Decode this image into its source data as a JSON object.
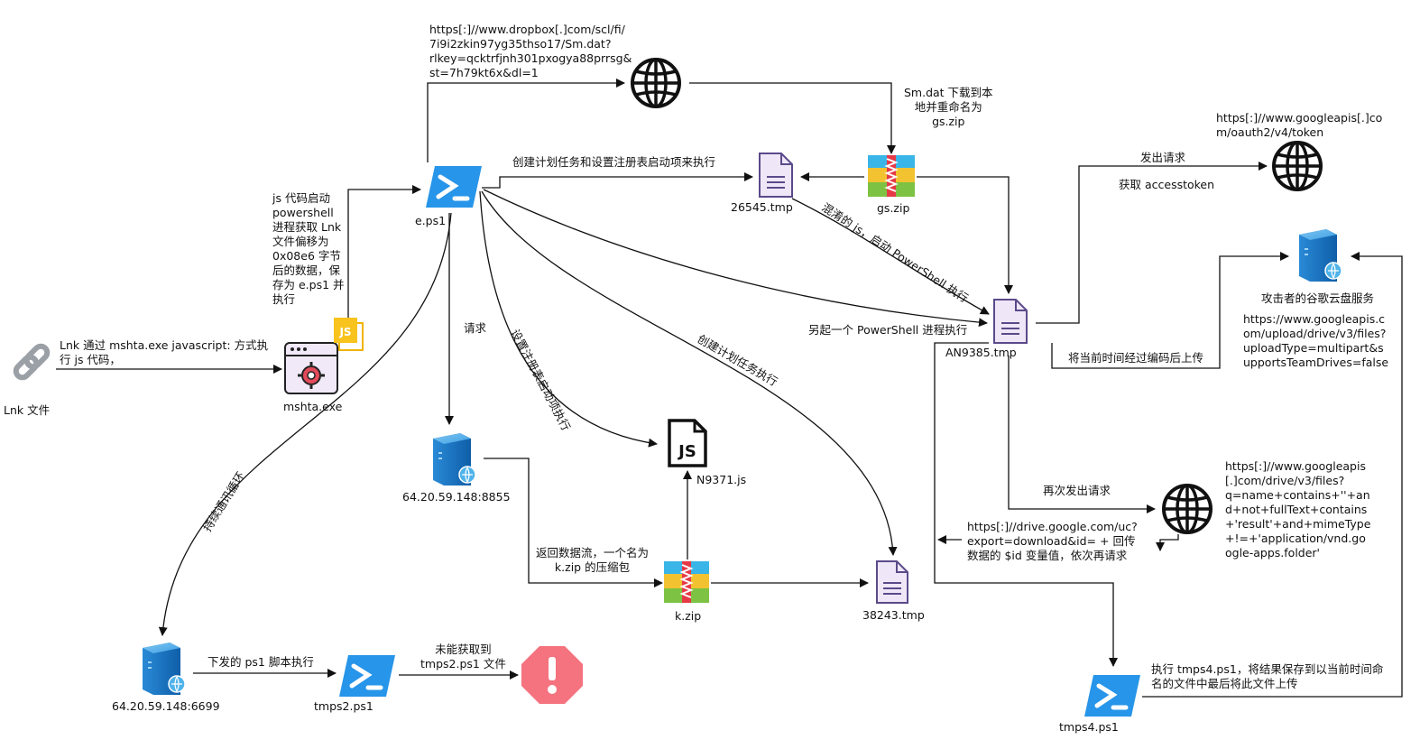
{
  "nodes": {
    "lnk": "Lnk 文件",
    "mshta": "mshta.exe",
    "eps1": "e.ps1",
    "tmp26545": "26545.tmp",
    "gszip": "gs.zip",
    "an9385": "AN9385.tmp",
    "server8855": "64.20.59.148:8855",
    "n9371": "N9371.js",
    "kzip": "k.zip",
    "tmp38243": "38243.tmp",
    "server6699": "64.20.59.148:6699",
    "tmps2": "tmps2.ps1",
    "tmps4": "tmps4.ps1",
    "cloud": "攻击者的谷歌云盘服务"
  },
  "labels": {
    "lnk_to_mshta": "Lnk 通过 mshta.exe javascript: 方式执\n行 js 代码，",
    "js_start": "js 代码启动\npowershell\n进程获取 Lnk\n文件偏移为\n0x08e6 字节\n后的数据，保\n存为 e.ps1 并\n执行",
    "dropbox_url": "https[:]//www.dropbox[.]com/scl/fi/\n7i9i2zkin97yg35thso17/Sm.dat?\nrlkey=qcktrfjnh301pxogya88prrsg&\nst=7h79kt6x&dl=1",
    "smdat": "Sm.dat 下载到本\n地并重命名为\ngs.zip",
    "create_task_reg": "创建计划任务和设置注册表启动项来执行",
    "obfuscated_js": "混淆的 js，启动 PowerShell 执行",
    "another_ps": "另起一个 PowerShell 进程执行",
    "request": "请求",
    "set_reg": "设置注册表启动项执行",
    "create_task": "创建计划任务执行",
    "return_stream": "返回数据流，一个名为\nk.zip 的压缩包",
    "loop": "持续通讯循环",
    "issued_ps1": "下发的 ps1 脚本执行",
    "failed": "未能获取到\ntmps2.ps1 文件",
    "send_request": "发出请求",
    "get_token": "获取 accesstoken",
    "token_url": "https[:]//www.googleapis[.]co\nm/oauth2/v4/token",
    "upload_url": "https://www.googleapis.c\nom/upload/drive/v3/files?\nuploadType=multipart&s\nupportsTeamDrives=false",
    "upload_time": "将当前时间经过编码后上传",
    "request_again": "再次发出请求",
    "files_query": "https[:]//www.googleapis\n[.]com/drive/v3/files?\nq=name+contains+''+an\nd+not+fullText+contains\n+'result'+and+mimeType\n+!=+'application/vnd.go\nogle-apps.folder'",
    "drive_uc": "https[:]//drive.google.com/uc?\nexport=download&id= + 回传\n数据的 $id 变量值，依次再请求",
    "exec_tmps4": "执行 tmps4.ps1，将结果保存到以当前时间命\n名的文件中最后将此文件上传"
  }
}
